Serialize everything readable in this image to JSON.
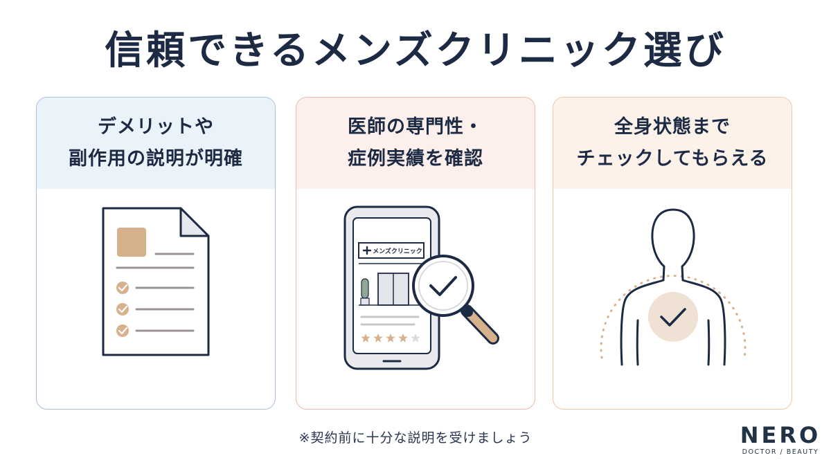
{
  "title": "信頼できるメンズクリニック選び",
  "colors": {
    "navy": "#1c2a44",
    "card1_border": "#a8c0dc",
    "card1_head": "#eaf2fa",
    "card2_border": "#f0b9a8",
    "card2_head": "#fdf0ec",
    "card3_border": "#efc6a8",
    "card3_head": "#fcf2ea",
    "accent_tan": "#d7b08c"
  },
  "cards": [
    {
      "line1": "デメリットや",
      "line2": "副作用の説明が明確",
      "icon": "document-checklist-icon"
    },
    {
      "line1": "医師の専門性・",
      "line2": "症例実績を確認",
      "icon": "smartphone-clinic-magnifier-icon",
      "sign_text": "メンズクリニック",
      "rating": 4,
      "rating_max": 5
    },
    {
      "line1": "全身状態まで",
      "line2": "チェックしてもらえる",
      "icon": "body-silhouette-check-icon"
    }
  ],
  "note": "※契約前に十分な説明を受けましょう",
  "logo": {
    "main": "NERO",
    "sub": "DOCTOR / BEAUTY"
  }
}
